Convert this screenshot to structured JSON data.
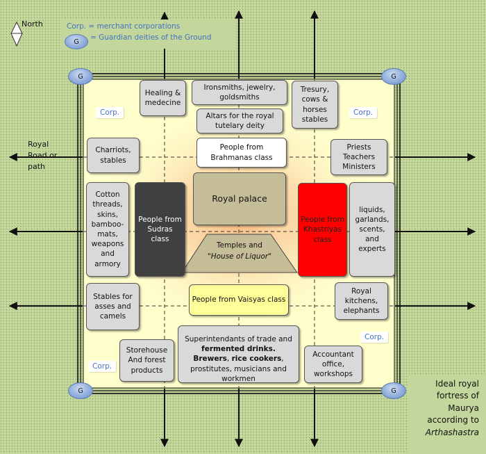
{
  "legend": {
    "corp_line": "Corp. = merchant corporations",
    "guardian_line": "= Guardian deities of the Ground",
    "g_symbol": "G"
  },
  "compass": {
    "label": "North",
    "icon": "north-diamond-icon"
  },
  "road": {
    "line1": "Royal",
    "line2": "Road or",
    "line3": "path"
  },
  "corner_deity": "G",
  "corp_label": "Corp.",
  "boxes": {
    "healing": "Healing & medecine",
    "ironsmiths": "Ironsmiths, jewelry, goldsmiths",
    "altars": "Altars for the royal tutelary deity",
    "treasury": "Tresury, cows & horses stables",
    "chariots": "Charriots, stables",
    "brahmanas": "People from Brahmanas class",
    "priests": "Priests Teachers Ministers",
    "cotton": "Cotton threads, skins, bamboo-mats, weapons and armory",
    "sudras": "People from Sudras class",
    "palace": "Royal palace",
    "temples_line1": "Temples and",
    "temples_line2": "\"House of Liquor\"",
    "khastriyas": "People from Khastriyas class",
    "liquids": "liquids, garlands, scents, and experts",
    "stables_asses": "Stables for asses and camels",
    "vaisyas": "People from Vaisyas class",
    "kitchens": "Royal kitchens, elephants",
    "store": "Storehouse And forest products",
    "super_a": "Superintendants of trade and ",
    "super_b": "fermented drinks",
    "super_c": ". ",
    "super_d": "Brewers",
    "super_e": ", ",
    "super_f": "rice cookers",
    "super_g": ", prostitutes, musicians and workmen",
    "accountant": "Accountant office, workshops"
  },
  "caption": {
    "line1": "Ideal royal",
    "line2": "fortress of",
    "line3": "Maurya",
    "line4": "according to",
    "line5": "Arthashastra"
  },
  "colors": {
    "background": "#c3d69b",
    "fortress_fill": "#ffffcc",
    "box_gray": "#d9d9d9",
    "sudras": "#404040",
    "khastriyas": "#ff0000",
    "vaisyas": "#ffff99",
    "palace": "#c4bd97",
    "corp_text": "#4472c4",
    "deity": "#8eaadb"
  }
}
